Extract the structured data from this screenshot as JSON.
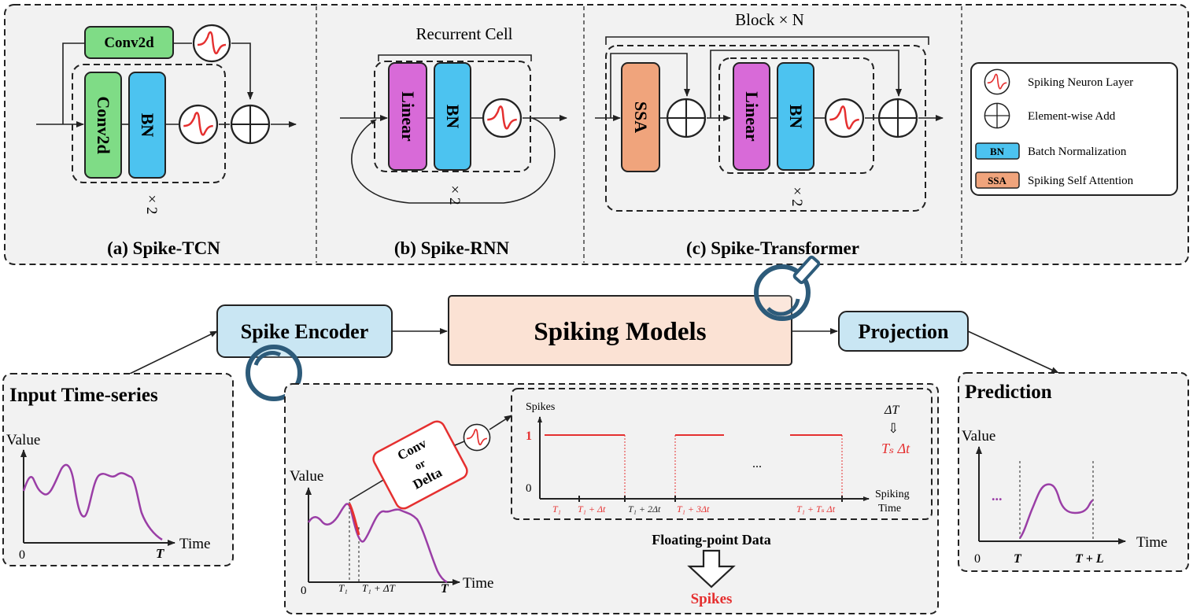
{
  "panels": {
    "tcn": {
      "title": "(a) Spike-TCN",
      "conv_top": "Conv2d",
      "conv": "Conv2d",
      "bn": "BN",
      "repeat": "× 2"
    },
    "rnn": {
      "title": "(b) Spike-RNN",
      "cell_label": "Recurrent Cell",
      "linear": "Linear",
      "bn": "BN",
      "repeat": "× 2"
    },
    "transformer": {
      "title": "(c) Spike-Transformer",
      "block_label": "Block × N",
      "ssa": "SSA",
      "linear": "Linear",
      "bn": "BN",
      "repeat": "× 2"
    },
    "legend": {
      "items": [
        {
          "icon": "spiking-neuron-icon",
          "label": "Spiking Neuron Layer"
        },
        {
          "icon": "element-add-icon",
          "label": "Element-wise Add"
        },
        {
          "icon": "bn-badge",
          "badge": "BN",
          "label": "Batch Normalization"
        },
        {
          "icon": "ssa-badge",
          "badge": "SSA",
          "label": "Spiking Self Attention"
        }
      ]
    }
  },
  "pipeline": {
    "encoder": "Spike Encoder",
    "models": "Spiking Models",
    "projection": "Projection"
  },
  "input": {
    "title": "Input Time-series",
    "ylabel": "Value",
    "xlabel": "Time",
    "origin": "0",
    "t_end": "T"
  },
  "encoder_detail": {
    "ylabel": "Value",
    "xlabel": "Time",
    "origin": "0",
    "t1": "T₁",
    "t1_dT": "T₁ + ΔT",
    "t_end": "T",
    "conv_box": [
      "Conv",
      "or",
      "Delta"
    ],
    "spikes_axis": "Spikes",
    "level_one": "1",
    "level_zero": "0",
    "dT": "ΔT",
    "dT_arrow": "⇩",
    "ts_dt": "Tₛ Δt",
    "ellipsis": "...",
    "spiking_time": [
      "Spiking",
      "Time"
    ],
    "ticks": [
      "T₁",
      "T₁ + Δt",
      "T₁ + 2Δt",
      "T₁ + 3Δt",
      "T₁ + Tₛ Δt"
    ],
    "floating": "Floating-point Data",
    "spikes": "Spikes"
  },
  "prediction": {
    "title": "Prediction",
    "ylabel": "Value",
    "xlabel": "Time",
    "origin": "0",
    "ellipsis": "...",
    "t": "T",
    "t_l": "T + L"
  },
  "colors": {
    "conv": "#7fdc86",
    "bn": "#4cc3f0",
    "linear": "#d86ad8",
    "ssa": "#f0a47c",
    "pipeline_box": "#c9e6f3",
    "models_box": "#fbe2d4",
    "spike_red": "#e53030",
    "series": "#9a3ea6",
    "lens": "#2d5b7a"
  }
}
